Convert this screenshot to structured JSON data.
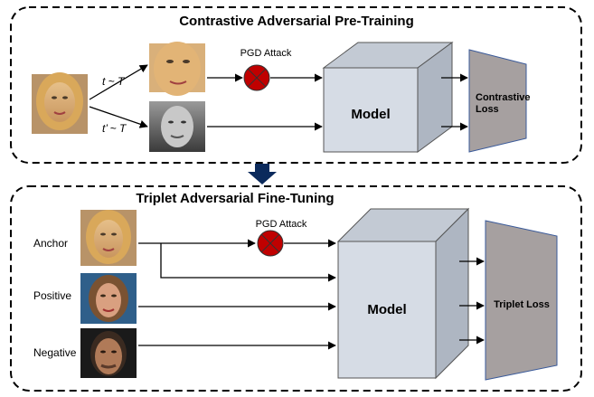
{
  "top_panel": {
    "title": "Contrastive Adversarial Pre-Training",
    "aug_label_1": "t ~ T",
    "aug_label_2": "t’ ~ T",
    "attack_label": "PGD Attack",
    "model_label": "Model",
    "loss_label_line1": "Contrastive",
    "loss_label_line2": "Loss",
    "images": [
      "face photo (input)",
      "face crop (color augmented view)",
      "face (grayscale augmented view)"
    ]
  },
  "bottom_panel": {
    "title": "Triplet Adversarial Fine-Tuning",
    "anchor_label": "Anchor",
    "positive_label": "Positive",
    "negative_label": "Negative",
    "attack_label": "PGD Attack",
    "model_label": "Model",
    "loss_label": "Triplet Loss",
    "images": [
      "anchor face photo",
      "positive face photo",
      "negative face photo"
    ]
  },
  "colors": {
    "attack_fill": "#c00000",
    "model_front": "#d6dce5",
    "model_side": "#aeb6c2",
    "model_top": "#c3cad4",
    "loss_fill": "#a6a0a0",
    "down_arrow": "#0b2a5c",
    "panel_border": "#000000"
  },
  "icons": {
    "attack": "x-circle-icon",
    "transition": "down-arrow-icon"
  }
}
